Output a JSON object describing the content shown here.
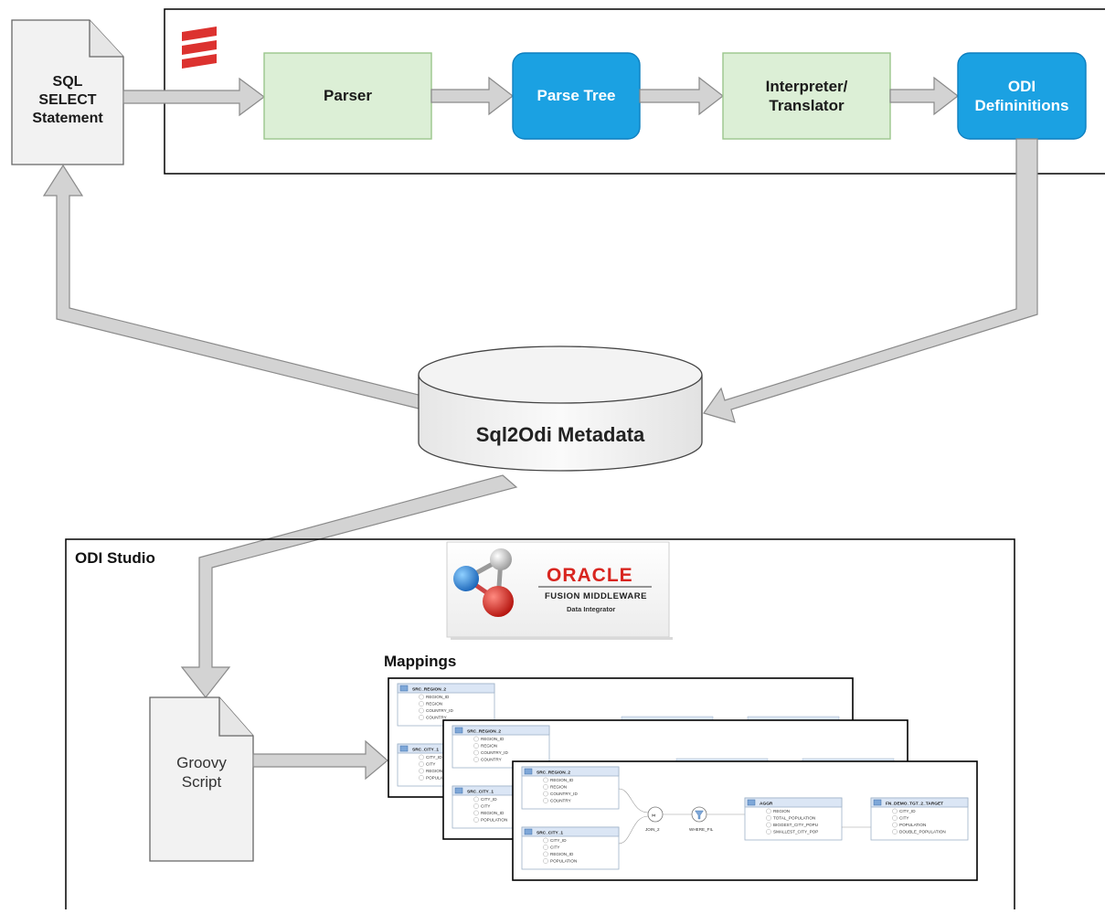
{
  "pipeline": {
    "sql_doc": "SQL\nSELECT\nStatement",
    "parser": "Parser",
    "parse_tree": "Parse Tree",
    "interpreter": "Interpreter/\nTranslator",
    "odi_defs": "ODI\nDefininitions"
  },
  "metadata": {
    "label": "Sql2Odi Metadata"
  },
  "studio": {
    "title": "ODI Studio",
    "groovy": "Groovy\nScript",
    "mappings_title": "Mappings",
    "logo": {
      "oracle": "ORACLE",
      "fusion": "FUSION  MIDDLEWARE",
      "product": "Data Integrator"
    }
  },
  "mapping": {
    "src_region": {
      "name": "SRC_REGION_2",
      "cols": [
        "REGION_ID",
        "REGION",
        "COUNTRY_ID",
        "COUNTRY"
      ]
    },
    "src_city": {
      "name": "SRC_CITY_1",
      "cols": [
        "CITY_ID",
        "CITY",
        "REGION_ID",
        "POPULATION"
      ]
    },
    "join_label": "JOIN_2",
    "filter_label": "WHERE_FIL",
    "aggr": {
      "name": "AGGR",
      "cols": [
        "REGION",
        "TOTAL_POPULATION",
        "BIGGEST_CITY_POPU",
        "SMALLEST_CITY_POP"
      ]
    },
    "target": {
      "name": "FN_DEMO_TGT_2_TARGET",
      "cols": [
        "CITY_ID",
        "CITY",
        "POPULATION",
        "DOUBLE_POPULATION"
      ]
    }
  },
  "colors": {
    "green_fill": "#dcefd6",
    "green_stroke": "#9bc68c",
    "blue_fill": "#1ba1e2",
    "blue_stroke": "#0e7fbf",
    "arrow_fill": "#d3d3d3",
    "arrow_stroke": "#8a8a8a",
    "scala_red": "#dc322f",
    "oracle_red": "#d8251f"
  }
}
